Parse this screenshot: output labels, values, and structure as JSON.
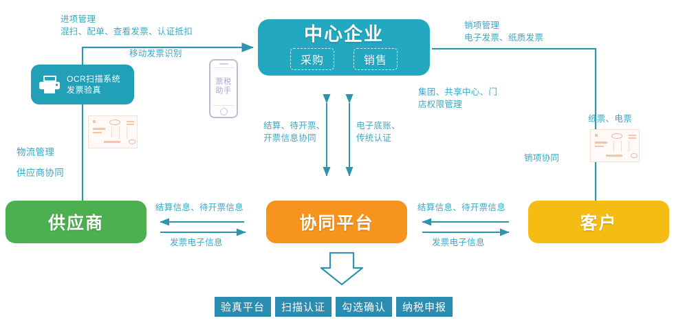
{
  "nodes": {
    "center": {
      "title": "中心企业",
      "chips": [
        "采购",
        "销售"
      ],
      "color": "#22a8c0"
    },
    "ocr": {
      "line1": "OCR扫描系统",
      "line2": "发票验真",
      "icon": "printer-scanner-icon",
      "color": "#22a0b8"
    },
    "phone": {
      "line1": "票税",
      "line2": "助手"
    },
    "supplier": {
      "title": "供应商",
      "color": "#4cb050"
    },
    "platform": {
      "title": "协同平台",
      "color": "#f7941e"
    },
    "customer": {
      "title": "客户",
      "color": "#f5bc14"
    }
  },
  "labels": {
    "inbound_mgmt_l1": "进项管理",
    "inbound_mgmt_l2": "混扫、配单、查看发票、认证抵扣",
    "mobile_invoice_recognition": "移动发票识别",
    "outbound_mgmt_l1": "销项管理",
    "outbound_mgmt_l2": "电子发票、纸质发票",
    "group_auth_l1": "集团、共享中心、门",
    "group_auth_l2": "店权限管理",
    "settle_pending_l1": "结算、待开票、",
    "settle_pending_l2": "开票信息协同",
    "eledger_l1": "电子底账、",
    "eledger_l2": "传统认证",
    "logistics_mgmt": "物流管理",
    "supplier_collab": "供应商协同",
    "paper_e_invoice": "纸票、电票",
    "outbound_collab": "销项协同",
    "left_settle_info": "结算信息、待开票信息",
    "left_invoice_einfo": "发票电子信息",
    "right_settle_info": "结算信息、待开票信息",
    "right_invoice_einfo": "发票电子信息"
  },
  "tags": [
    "验真平台",
    "扫描认证",
    "勾选确认",
    "纳税申报"
  ],
  "colors": {
    "teal": "#22a8c0",
    "line": "#2f93ad",
    "label_text": "#3aa8c4",
    "green": "#4cb050",
    "orange": "#f7941e",
    "yellow": "#f5bc14",
    "tag_bg": "#2a8cb0"
  }
}
